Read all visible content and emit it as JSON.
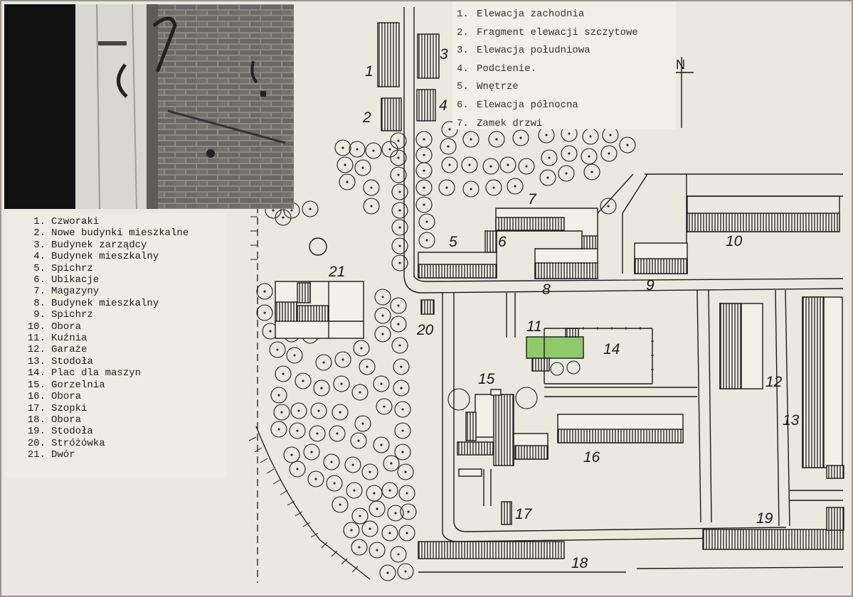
{
  "legend": [
    {
      "num": "1.",
      "text": "Czworaki"
    },
    {
      "num": "2.",
      "text": "Nowe budynki mieszkalne"
    },
    {
      "num": "3.",
      "text": "Budynek zarządcy"
    },
    {
      "num": "4.",
      "text": "Budynek mieszkalny"
    },
    {
      "num": "5.",
      "text": "Spichrz"
    },
    {
      "num": "6.",
      "text": "Ubikacje"
    },
    {
      "num": "7.",
      "text": "Magazyny"
    },
    {
      "num": "8.",
      "text": "Budynek mieszkalny"
    },
    {
      "num": "9.",
      "text": "Spichrz"
    },
    {
      "num": "10.",
      "text": "Obora"
    },
    {
      "num": "11.",
      "text": "Kuźnia"
    },
    {
      "num": "12.",
      "text": "Garaże"
    },
    {
      "num": "13.",
      "text": "Stodoła"
    },
    {
      "num": "14.",
      "text": "Plac dla maszyn"
    },
    {
      "num": "15.",
      "text": "Gorzelnia"
    },
    {
      "num": "16.",
      "text": "Obora"
    },
    {
      "num": "17.",
      "text": "Szopki"
    },
    {
      "num": "18.",
      "text": "Obora"
    },
    {
      "num": "19.",
      "text": "Stodoła"
    },
    {
      "num": "20.",
      "text": "Stróżówka"
    },
    {
      "num": "21.",
      "text": "Dwór"
    }
  ],
  "views": [
    {
      "num": "1.",
      "text": "Elewacja zachodnia"
    },
    {
      "num": "2.",
      "text": "Fragment elewacji szczytowe"
    },
    {
      "num": "3.",
      "text": "Elewacja południowa"
    },
    {
      "num": "4.",
      "text": "Podcienie."
    },
    {
      "num": "5.",
      "text": "Wnętrze"
    },
    {
      "num": "6.",
      "text": "Elewacja północna"
    },
    {
      "num": "7.",
      "text": "Zamek drzwi"
    }
  ],
  "map_labels": [
    "1",
    "2",
    "3",
    "4",
    "5",
    "6",
    "7",
    "8",
    "9",
    "10",
    "11",
    "12",
    "13",
    "14",
    "15",
    "16",
    "17",
    "18",
    "19",
    "20",
    "21"
  ],
  "north_label": "N",
  "colors": {
    "paper": "#ebe8e0",
    "ink": "#1a1a1a",
    "smithy": "#8fca6a",
    "photo": "#555555"
  }
}
